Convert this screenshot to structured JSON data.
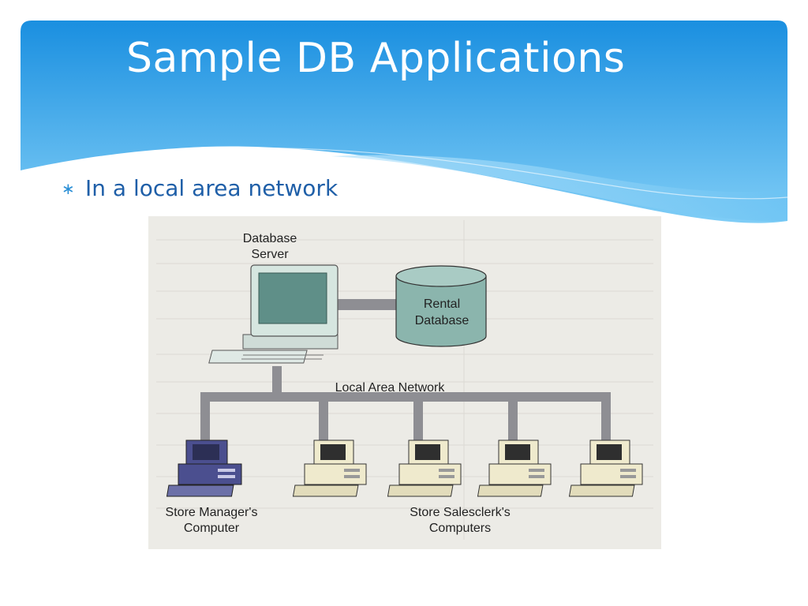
{
  "slide": {
    "title": "Sample DB Applications",
    "bullets": [
      {
        "icon": "asterisk-bullet-icon",
        "text": "In a local area network"
      }
    ]
  },
  "diagram": {
    "server_label_line1": "Database",
    "server_label_line2": "Server",
    "database_label_line1": "Rental",
    "database_label_line2": "Database",
    "network_label": "Local Area Network",
    "manager_label_line1": "Store Manager's",
    "manager_label_line2": "Computer",
    "clerks_label_line1": "Store Salesclerk's",
    "clerks_label_line2": "Computers"
  },
  "colors": {
    "header_top": "#1a8fe0",
    "header_bottom": "#8fd3f7",
    "bullet_text": "#1f5fa8",
    "diagram_bg": "#ecebe6",
    "network_bar": "#8e8e93",
    "server_body": "#d6e6e0",
    "manager_body": "#4b4f8f",
    "clerk_body": "#efeacd",
    "database_fill": "#8bb5ad"
  }
}
